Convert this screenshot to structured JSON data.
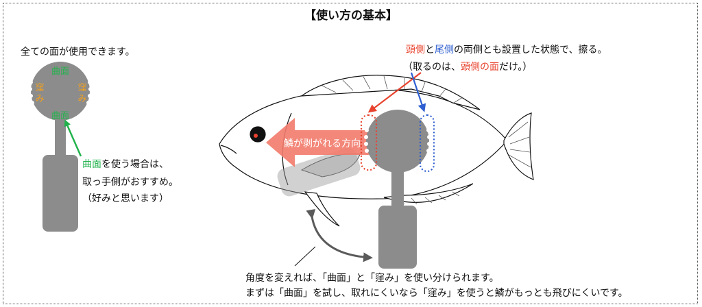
{
  "title": "【使い方の基本】",
  "left_panel": {
    "heading": "全ての面が使用できます。",
    "head_labels": {
      "curve_top": "曲面",
      "curve_bottom": "曲面",
      "dent_left_1": "窪",
      "dent_left_2": "み",
      "dent_right_1": "窪",
      "dent_right_2": "み"
    },
    "note": {
      "curve_word": "曲面",
      "line1_rest": "を使う場合は、",
      "line2": "取っ手側がおすすめ。",
      "line3": "（好みと思います）"
    }
  },
  "right_panel": {
    "top_note": {
      "head_side": "頭側",
      "and": "と",
      "tail_side": "尾側",
      "line1_rest": "の両側とも設置した状態で、擦る。",
      "line2_prefix": "（取るのは、",
      "line2_highlight": "頭側の面",
      "line2_suffix": "だけ。）"
    },
    "arrow_label": "鱗が剥がれる方向",
    "bottom_note": {
      "line1": "角度を変えれば、「曲面」と「窪み」を使い分けられます。",
      "line2": "まずは「曲面」を試し、取れにくいなら「窪み」を使うと鱗がもっとも飛びにくいです。"
    }
  },
  "colors": {
    "tool_gray": "#8c8c8c",
    "curve_green": "#22b24c",
    "dent_orange": "#f0a020",
    "head_red": "#e8432e",
    "tail_blue": "#2f5fd0",
    "arrow_salmon": "#f27a6a"
  }
}
